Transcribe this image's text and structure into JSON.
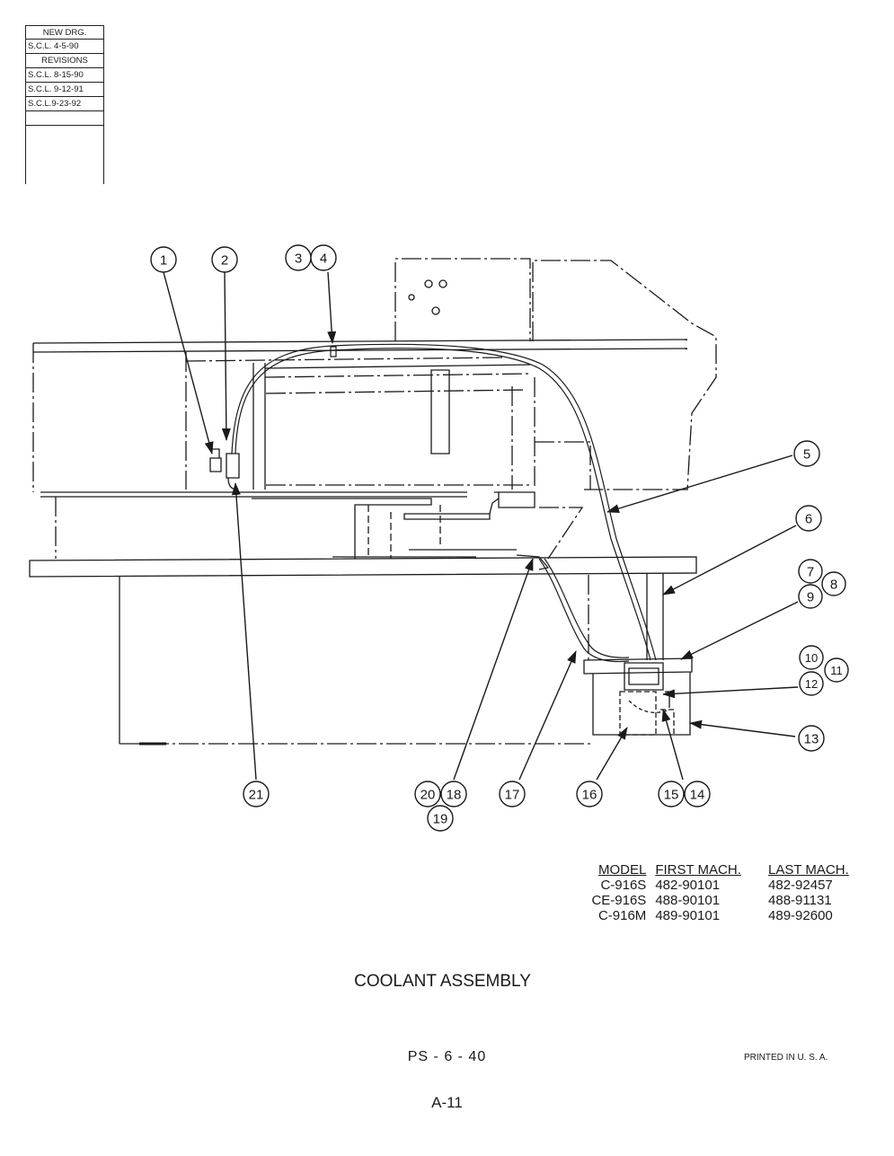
{
  "revision_block": {
    "new_drawing_label": "NEW DRG.",
    "new_drawing_date": "S.C.L. 4-5-90",
    "revisions_label": "REVISIONS",
    "revisions": [
      "S.C.L. 8-15-90",
      "S.C.L. 9-12-91",
      "S.C.L.9-23-92"
    ]
  },
  "callouts": {
    "c1": "1",
    "c2": "2",
    "c3": "3",
    "c4": "4",
    "c5": "5",
    "c6": "6",
    "c7": "7",
    "c8": "8",
    "c9": "9",
    "c10": "10",
    "c11": "11",
    "c12": "12",
    "c13": "13",
    "c14": "14",
    "c15": "15",
    "c16": "16",
    "c17": "17",
    "c18": "18",
    "c19": "19",
    "c20": "20",
    "c21": "21"
  },
  "model_table": {
    "headers": [
      "MODEL",
      "FIRST MACH.",
      "LAST MACH."
    ],
    "rows": [
      [
        "C-916S",
        "482-90101",
        "482-92457"
      ],
      [
        "CE-916S",
        "488-90101",
        "488-91131"
      ],
      [
        "C-916M",
        "489-90101",
        "489-92600"
      ]
    ]
  },
  "title": "COOLANT ASSEMBLY",
  "drawing_number": "PS - 6 - 40",
  "printed_note": "PRINTED IN U. S. A.",
  "page_ref": "A-11",
  "colors": {
    "ink": "#1a1a1a",
    "paper": "#ffffff"
  }
}
